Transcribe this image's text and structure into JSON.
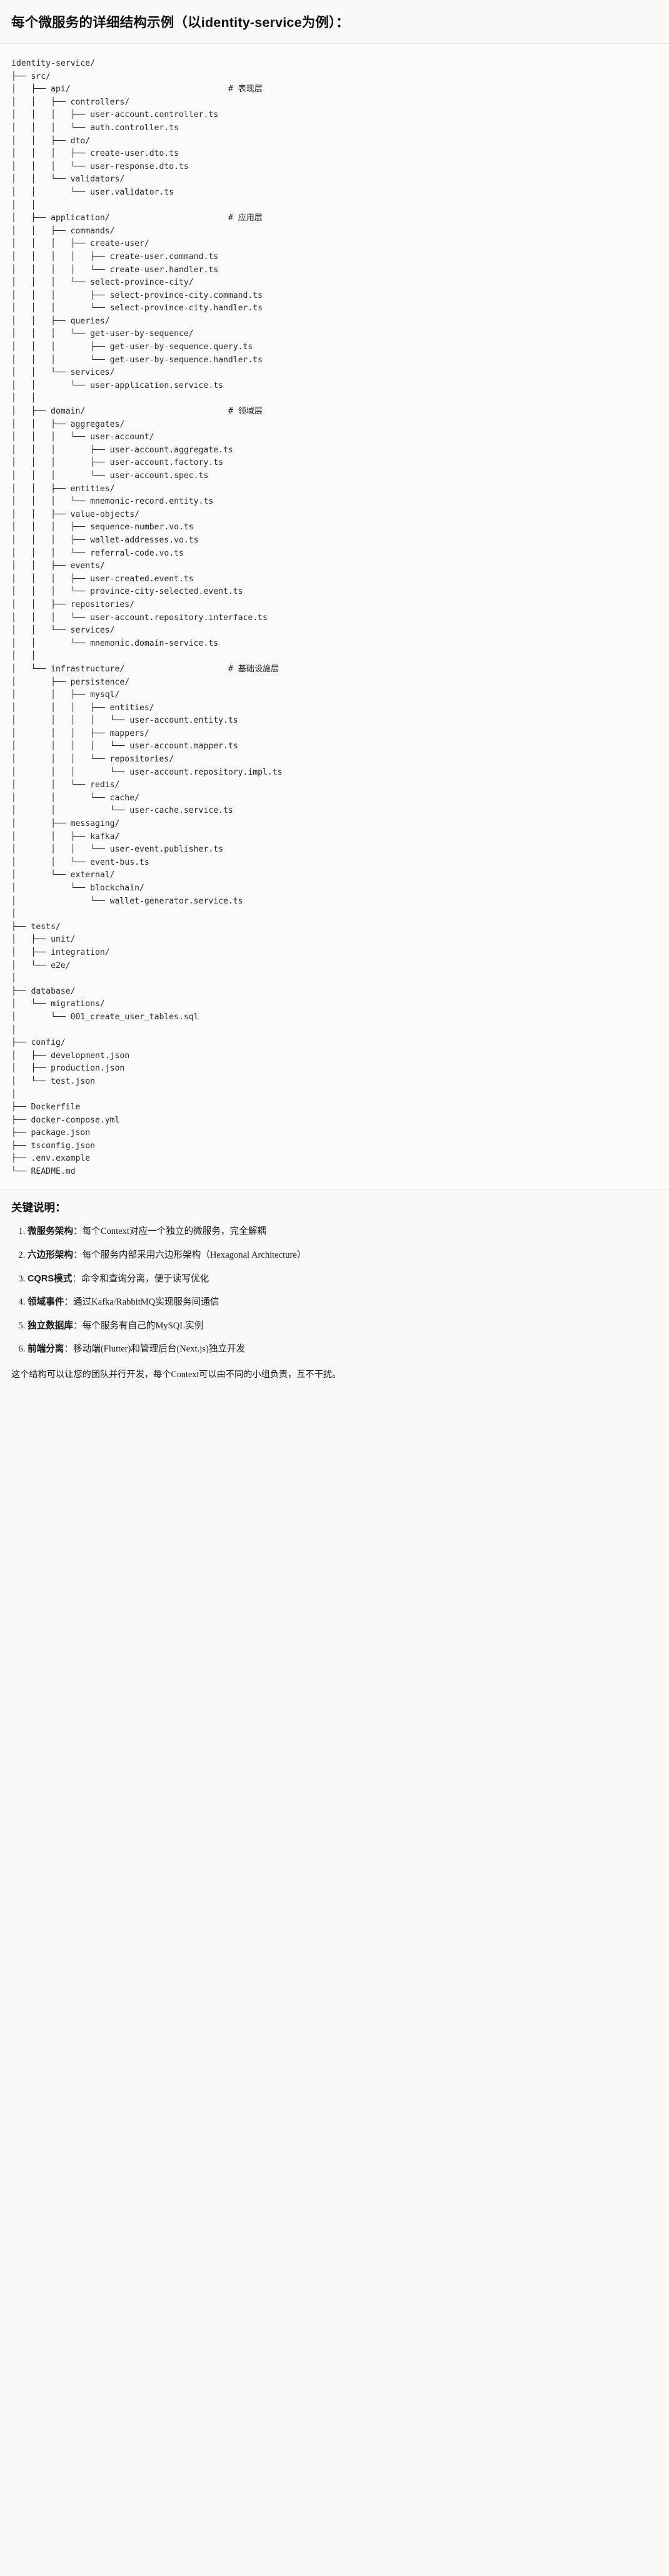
{
  "header": {
    "title": "每个微服务的详细结构示例（以identity-service为例）："
  },
  "tree": {
    "root": "identity-service/",
    "lines": [
      {
        "prefix": "identity-service/",
        "comment": ""
      },
      {
        "prefix": "├── src/",
        "comment": ""
      },
      {
        "prefix": "│   ├── api/",
        "comment": "# 表现层"
      },
      {
        "prefix": "│   │   ├── controllers/",
        "comment": ""
      },
      {
        "prefix": "│   │   │   ├── user-account.controller.ts",
        "comment": ""
      },
      {
        "prefix": "│   │   │   └── auth.controller.ts",
        "comment": ""
      },
      {
        "prefix": "│   │   ├── dto/",
        "comment": ""
      },
      {
        "prefix": "│   │   │   ├── create-user.dto.ts",
        "comment": ""
      },
      {
        "prefix": "│   │   │   └── user-response.dto.ts",
        "comment": ""
      },
      {
        "prefix": "│   │   └── validators/",
        "comment": ""
      },
      {
        "prefix": "│   │       └── user.validator.ts",
        "comment": ""
      },
      {
        "prefix": "│   │",
        "comment": ""
      },
      {
        "prefix": "│   ├── application/",
        "comment": "# 应用层"
      },
      {
        "prefix": "│   │   ├── commands/",
        "comment": ""
      },
      {
        "prefix": "│   │   │   ├── create-user/",
        "comment": ""
      },
      {
        "prefix": "│   │   │   │   ├── create-user.command.ts",
        "comment": ""
      },
      {
        "prefix": "│   │   │   │   └── create-user.handler.ts",
        "comment": ""
      },
      {
        "prefix": "│   │   │   └── select-province-city/",
        "comment": ""
      },
      {
        "prefix": "│   │   │       ├── select-province-city.command.ts",
        "comment": ""
      },
      {
        "prefix": "│   │   │       └── select-province-city.handler.ts",
        "comment": ""
      },
      {
        "prefix": "│   │   ├── queries/",
        "comment": ""
      },
      {
        "prefix": "│   │   │   └── get-user-by-sequence/",
        "comment": ""
      },
      {
        "prefix": "│   │   │       ├── get-user-by-sequence.query.ts",
        "comment": ""
      },
      {
        "prefix": "│   │   │       └── get-user-by-sequence.handler.ts",
        "comment": ""
      },
      {
        "prefix": "│   │   └── services/",
        "comment": ""
      },
      {
        "prefix": "│   │       └── user-application.service.ts",
        "comment": ""
      },
      {
        "prefix": "│   │",
        "comment": ""
      },
      {
        "prefix": "│   ├── domain/",
        "comment": "# 领域层"
      },
      {
        "prefix": "│   │   ├── aggregates/",
        "comment": ""
      },
      {
        "prefix": "│   │   │   └── user-account/",
        "comment": ""
      },
      {
        "prefix": "│   │   │       ├── user-account.aggregate.ts",
        "comment": ""
      },
      {
        "prefix": "│   │   │       ├── user-account.factory.ts",
        "comment": ""
      },
      {
        "prefix": "│   │   │       └── user-account.spec.ts",
        "comment": ""
      },
      {
        "prefix": "│   │   ├── entities/",
        "comment": ""
      },
      {
        "prefix": "│   │   │   └── mnemonic-record.entity.ts",
        "comment": ""
      },
      {
        "prefix": "│   │   ├── value-objects/",
        "comment": ""
      },
      {
        "prefix": "│   │   │   ├── sequence-number.vo.ts",
        "comment": ""
      },
      {
        "prefix": "│   │   │   ├── wallet-addresses.vo.ts",
        "comment": ""
      },
      {
        "prefix": "│   │   │   └── referral-code.vo.ts",
        "comment": ""
      },
      {
        "prefix": "│   │   ├── events/",
        "comment": ""
      },
      {
        "prefix": "│   │   │   ├── user-created.event.ts",
        "comment": ""
      },
      {
        "prefix": "│   │   │   └── province-city-selected.event.ts",
        "comment": ""
      },
      {
        "prefix": "│   │   ├── repositories/",
        "comment": ""
      },
      {
        "prefix": "│   │   │   └── user-account.repository.interface.ts",
        "comment": ""
      },
      {
        "prefix": "│   │   └── services/",
        "comment": ""
      },
      {
        "prefix": "│   │       └── mnemonic.domain-service.ts",
        "comment": ""
      },
      {
        "prefix": "│   │",
        "comment": ""
      },
      {
        "prefix": "│   └── infrastructure/",
        "comment": "# 基础设施层"
      },
      {
        "prefix": "│       ├── persistence/",
        "comment": ""
      },
      {
        "prefix": "│       │   ├── mysql/",
        "comment": ""
      },
      {
        "prefix": "│       │   │   ├── entities/",
        "comment": ""
      },
      {
        "prefix": "│       │   │   │   └── user-account.entity.ts",
        "comment": ""
      },
      {
        "prefix": "│       │   │   ├── mappers/",
        "comment": ""
      },
      {
        "prefix": "│       │   │   │   └── user-account.mapper.ts",
        "comment": ""
      },
      {
        "prefix": "│       │   │   └── repositories/",
        "comment": ""
      },
      {
        "prefix": "│       │   │       └── user-account.repository.impl.ts",
        "comment": ""
      },
      {
        "prefix": "│       │   └── redis/",
        "comment": ""
      },
      {
        "prefix": "│       │       └── cache/",
        "comment": ""
      },
      {
        "prefix": "│       │           └── user-cache.service.ts",
        "comment": ""
      },
      {
        "prefix": "│       ├── messaging/",
        "comment": ""
      },
      {
        "prefix": "│       │   ├── kafka/",
        "comment": ""
      },
      {
        "prefix": "│       │   │   └── user-event.publisher.ts",
        "comment": ""
      },
      {
        "prefix": "│       │   └── event-bus.ts",
        "comment": ""
      },
      {
        "prefix": "│       └── external/",
        "comment": ""
      },
      {
        "prefix": "│           └── blockchain/",
        "comment": ""
      },
      {
        "prefix": "│               └── wallet-generator.service.ts",
        "comment": ""
      },
      {
        "prefix": "│",
        "comment": ""
      },
      {
        "prefix": "├── tests/",
        "comment": ""
      },
      {
        "prefix": "│   ├── unit/",
        "comment": ""
      },
      {
        "prefix": "│   ├── integration/",
        "comment": ""
      },
      {
        "prefix": "│   └── e2e/",
        "comment": ""
      },
      {
        "prefix": "│",
        "comment": ""
      },
      {
        "prefix": "├── database/",
        "comment": ""
      },
      {
        "prefix": "│   └── migrations/",
        "comment": ""
      },
      {
        "prefix": "│       └── 001_create_user_tables.sql",
        "comment": ""
      },
      {
        "prefix": "│",
        "comment": ""
      },
      {
        "prefix": "├── config/",
        "comment": ""
      },
      {
        "prefix": "│   ├── development.json",
        "comment": ""
      },
      {
        "prefix": "│   ├── production.json",
        "comment": ""
      },
      {
        "prefix": "│   └── test.json",
        "comment": ""
      },
      {
        "prefix": "│",
        "comment": ""
      },
      {
        "prefix": "├── Dockerfile",
        "comment": ""
      },
      {
        "prefix": "├── docker-compose.yml",
        "comment": ""
      },
      {
        "prefix": "├── package.json",
        "comment": ""
      },
      {
        "prefix": "├── tsconfig.json",
        "comment": ""
      },
      {
        "prefix": "├── .env.example",
        "comment": ""
      },
      {
        "prefix": "└── README.md",
        "comment": ""
      }
    ],
    "comment_column": 44
  },
  "notes": {
    "title": "关键说明：",
    "items": [
      {
        "label": "微服务架构",
        "text": "：每个Context对应一个独立的微服务，完全解耦"
      },
      {
        "label": "六边形架构",
        "text": "：每个服务内部采用六边形架构（Hexagonal Architecture）"
      },
      {
        "label": "CQRS模式",
        "text": "：命令和查询分离，便于读写优化"
      },
      {
        "label": "领域事件",
        "text": "：通过Kafka/RabbitMQ实现服务间通信"
      },
      {
        "label": "独立数据库",
        "text": "：每个服务有自己的MySQL实例"
      },
      {
        "label": "前端分离",
        "text": "：移动端(Flutter)和管理后台(Next.js)独立开发"
      }
    ],
    "closing": "这个结构可以让您的团队并行开发，每个Context可以由不同的小组负责，互不干扰。"
  },
  "colors": {
    "background": "#faf9f6",
    "code_background": "#fbfaf8",
    "text": "#1a1a1a",
    "code_text": "#24292e",
    "divider": "#e6e4de"
  }
}
